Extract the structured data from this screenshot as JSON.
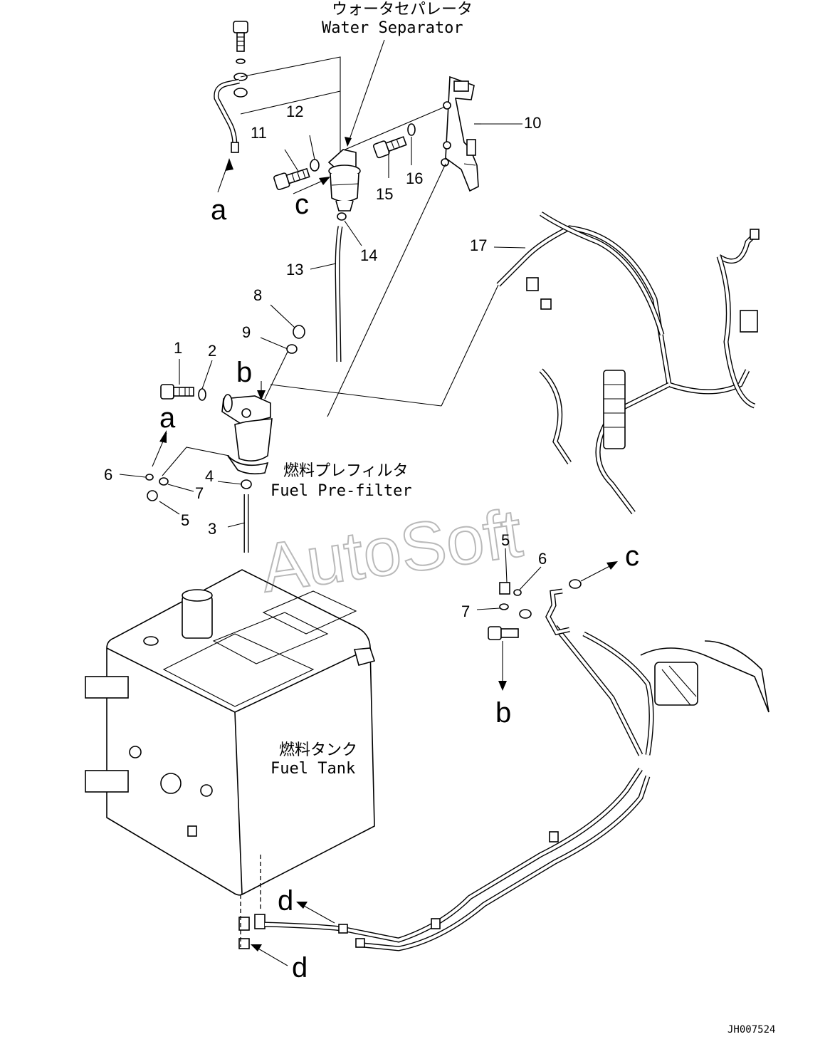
{
  "captions": {
    "water_separator_jp": "ウォータセパレータ",
    "water_separator_en": "Water Separator",
    "fuel_prefilter_jp": "燃料プレフィルタ",
    "fuel_prefilter_en": "Fuel Pre-filter",
    "fuel_tank_jp": "燃料タンク",
    "fuel_tank_en": "Fuel Tank"
  },
  "part_numbers": {
    "p1": "1",
    "p2": "2",
    "p3": "3",
    "p4": "4",
    "p5a": "5",
    "p5b": "5",
    "p6a": "6",
    "p6b": "6",
    "p7a": "7",
    "p7b": "7",
    "p8": "8",
    "p9": "9",
    "p10": "10",
    "p11": "11",
    "p12": "12",
    "p13": "13",
    "p14": "14",
    "p15": "15",
    "p16": "16",
    "p17": "17"
  },
  "connection_letters": {
    "a_top": "a",
    "a_mid": "a",
    "b_mid": "b",
    "b_low": "b",
    "c_top": "c",
    "c_right": "c",
    "d_upper": "d",
    "d_lower": "d"
  },
  "watermark": "AutoSoft",
  "drawing_code": "JH007524"
}
